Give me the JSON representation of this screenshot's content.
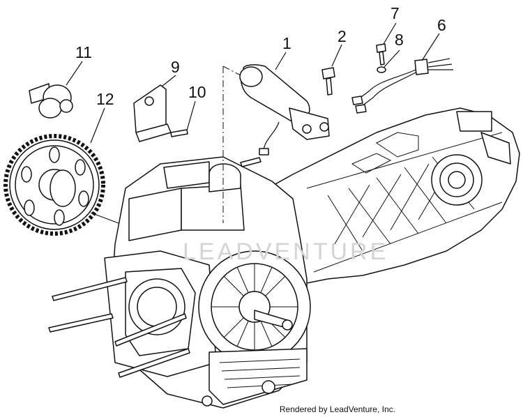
{
  "diagram": {
    "callouts": [
      {
        "id": "1",
        "label": "1"
      },
      {
        "id": "2",
        "label": "2"
      },
      {
        "id": "6",
        "label": "6"
      },
      {
        "id": "7",
        "label": "7"
      },
      {
        "id": "8",
        "label": "8"
      },
      {
        "id": "9",
        "label": "9"
      },
      {
        "id": "10",
        "label": "10"
      },
      {
        "id": "11",
        "label": "11"
      },
      {
        "id": "12",
        "label": "12"
      }
    ],
    "watermark": "LEADVENTURE",
    "footer": "Rendered by LeadVenture, Inc."
  }
}
